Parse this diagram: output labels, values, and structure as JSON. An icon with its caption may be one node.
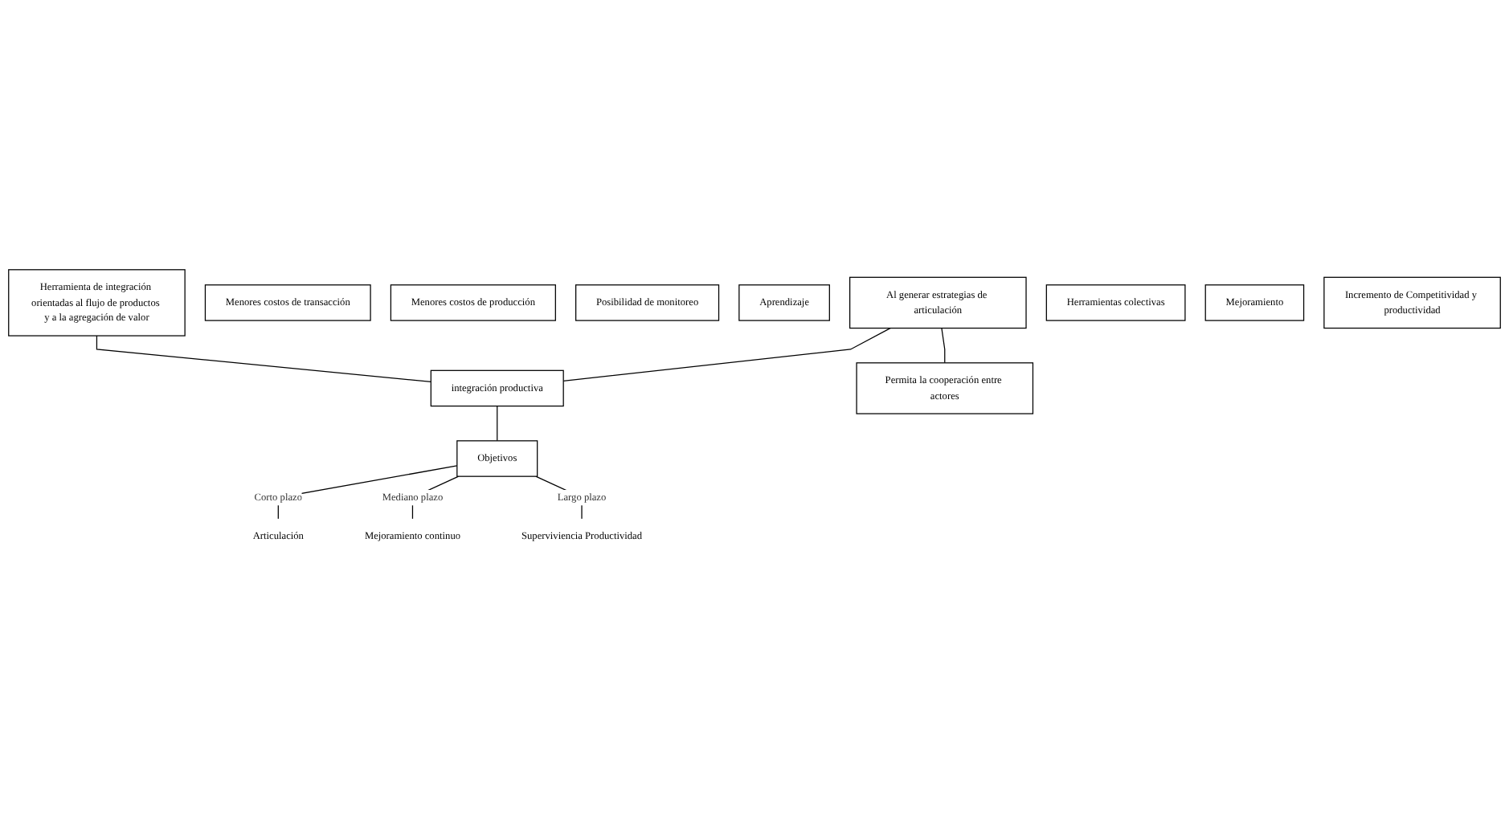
{
  "diagram": {
    "nodes": [
      {
        "text": [
          "Herramienta de integración orientadas al flujo de productos y a la agregación de valor"
        ]
      },
      {
        "text": [
          "Menores costos de transacción"
        ]
      },
      {
        "text": [
          "Menores costos de producción"
        ]
      },
      {
        "text": [
          "Posibilidad de monitoreo"
        ]
      },
      {
        "text": [
          "Aprendizaje"
        ]
      },
      {
        "text": [
          "Al generar estrategias de articulación"
        ]
      },
      {
        "text": [
          "Permita la cooperación entre actores"
        ]
      },
      {
        "text": [
          "Herramientas colectivas"
        ]
      },
      {
        "text": [
          "Mejoramiento"
        ]
      },
      {
        "text": [
          "integración productiva"
        ]
      },
      {
        "text": [
          "Objetivos"
        ]
      },
      {
        "text": [
          "Articulación"
        ]
      },
      {
        "text": [
          "Mejoramiento continuo"
        ]
      },
      {
        "text": [
          "Superviviencia Productividad"
        ]
      },
      {
        "text": [
          "Incremento de Competitividad y productividad"
        ]
      }
    ],
    "edges": [
      {
        "from": 0,
        "to": 9,
        "arrow": "none"
      },
      {
        "from": 5,
        "to": 9,
        "arrow": "none"
      },
      {
        "from": 5,
        "to": 6,
        "arrow": "none"
      },
      {
        "from": 9,
        "to": 10,
        "arrow": "none"
      },
      {
        "from": 10,
        "to": 11,
        "arrow": "none",
        "label": "Corto plazo"
      },
      {
        "from": 10,
        "to": 12,
        "arrow": "none",
        "label": "Mediano plazo"
      },
      {
        "from": 10,
        "to": 13,
        "arrow": "none",
        "label": "Largo plazo"
      }
    ]
  }
}
